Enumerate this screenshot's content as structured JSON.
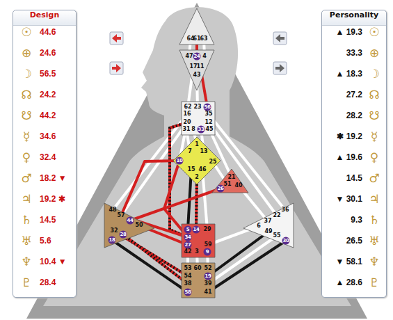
{
  "diagram": {
    "nodes": [
      {
        "text": [
          "Design",
          "☉",
          "44.6",
          "⊕",
          "24.6",
          "☽",
          "56.5",
          "☊",
          "24.2",
          "☋",
          "44.2",
          "☿",
          "34.6",
          "♀",
          "32.4",
          "♂",
          "18.2 ▼",
          "♃",
          "19.2 ✱",
          "♄",
          "14.5",
          "♅",
          "5.6",
          "♆",
          "10.4 ▼",
          "♇",
          "28.4"
        ]
      },
      {
        "text": [
          "Personality",
          "▲ 19.3",
          "☉",
          "33.3",
          "⊕",
          "▲ 18.3",
          "☽",
          "27.2",
          "☊",
          "28.2",
          "☋",
          "✱ 19.2",
          "☿",
          "▲ 19.6",
          "♀",
          "14.5",
          "♂",
          "▼ 30.1",
          "♃",
          "9.3",
          "♄",
          "26.5",
          "♅",
          "▼ 58.1",
          "♆",
          "▲ 28.6",
          "♇"
        ]
      },
      {
        "text": [
          "64",
          "61",
          "63"
        ]
      },
      {
        "text": [
          "47",
          "24",
          "4",
          "17",
          "11",
          "43"
        ]
      },
      {
        "text": [
          "62",
          "23",
          "56",
          "16",
          "35",
          "20",
          "12",
          "31",
          "8",
          "33",
          "45"
        ]
      },
      {
        "text": [
          "1",
          "7",
          "13",
          "10",
          "15",
          "46",
          "25",
          "2"
        ]
      },
      {
        "text": [
          "21",
          "51",
          "40",
          "26"
        ]
      },
      {
        "text": [
          "48",
          "57",
          "44",
          "50",
          "32",
          "28",
          "18"
        ]
      },
      {
        "text": [
          "36",
          "22",
          "37",
          "6",
          "49",
          "55",
          "30"
        ]
      },
      {
        "text": [
          "5",
          "14",
          "29",
          "34",
          "27",
          "59",
          "42",
          "3",
          "9"
        ]
      },
      {
        "text": [
          "53",
          "60",
          "52",
          "54",
          "19",
          "38",
          "39",
          "58",
          "41"
        ]
      }
    ],
    "edges": [
      {
        "from": 2,
        "to": 3,
        "arrow": "none"
      },
      {
        "from": 2,
        "to": 3,
        "arrow": "none"
      },
      {
        "from": 2,
        "to": 3,
        "arrow": "none"
      },
      {
        "from": 3,
        "to": 4,
        "arrow": "none"
      },
      {
        "from": 3,
        "to": 4,
        "arrow": "none"
      },
      {
        "from": 3,
        "to": 4,
        "arrow": "none"
      },
      {
        "from": 4,
        "to": 5,
        "arrow": "none"
      },
      {
        "from": 4,
        "to": 5,
        "arrow": "none"
      },
      {
        "from": 4,
        "to": 5,
        "arrow": "none"
      },
      {
        "from": 4,
        "to": 7,
        "arrow": "none"
      },
      {
        "from": 4,
        "to": 7,
        "arrow": "none"
      },
      {
        "from": 4,
        "to": 9,
        "arrow": "none"
      },
      {
        "from": 4,
        "to": 5,
        "arrow": "none"
      },
      {
        "from": 4,
        "to": 6,
        "arrow": "none"
      },
      {
        "from": 4,
        "to": 8,
        "arrow": "none"
      },
      {
        "from": 4,
        "to": 8,
        "arrow": "none"
      },
      {
        "from": 5,
        "to": 9,
        "arrow": "none"
      },
      {
        "from": 5,
        "to": 9,
        "arrow": "none"
      },
      {
        "from": 5,
        "to": 9,
        "arrow": "none"
      },
      {
        "from": 5,
        "to": 7,
        "arrow": "none"
      },
      {
        "from": 5,
        "to": 9,
        "arrow": "none"
      },
      {
        "from": 5,
        "to": 6,
        "arrow": "none"
      },
      {
        "from": 6,
        "to": 7,
        "arrow": "none"
      },
      {
        "from": 6,
        "to": 8,
        "arrow": "none"
      },
      {
        "from": 7,
        "to": 9,
        "arrow": "none"
      },
      {
        "from": 7,
        "to": 9,
        "arrow": "none"
      },
      {
        "from": 7,
        "to": 10,
        "arrow": "none"
      },
      {
        "from": 7,
        "to": 10,
        "arrow": "none"
      },
      {
        "from": 7,
        "to": 10,
        "arrow": "none"
      },
      {
        "from": 9,
        "to": 10,
        "arrow": "none"
      },
      {
        "from": 9,
        "to": 10,
        "arrow": "none"
      },
      {
        "from": 9,
        "to": 10,
        "arrow": "none"
      },
      {
        "from": 9,
        "to": 8,
        "arrow": "none"
      },
      {
        "from": 8,
        "to": 10,
        "arrow": "none"
      },
      {
        "from": 8,
        "to": 10,
        "arrow": "none"
      },
      {
        "from": 8,
        "to": 10,
        "arrow": "none"
      }
    ]
  }
}
